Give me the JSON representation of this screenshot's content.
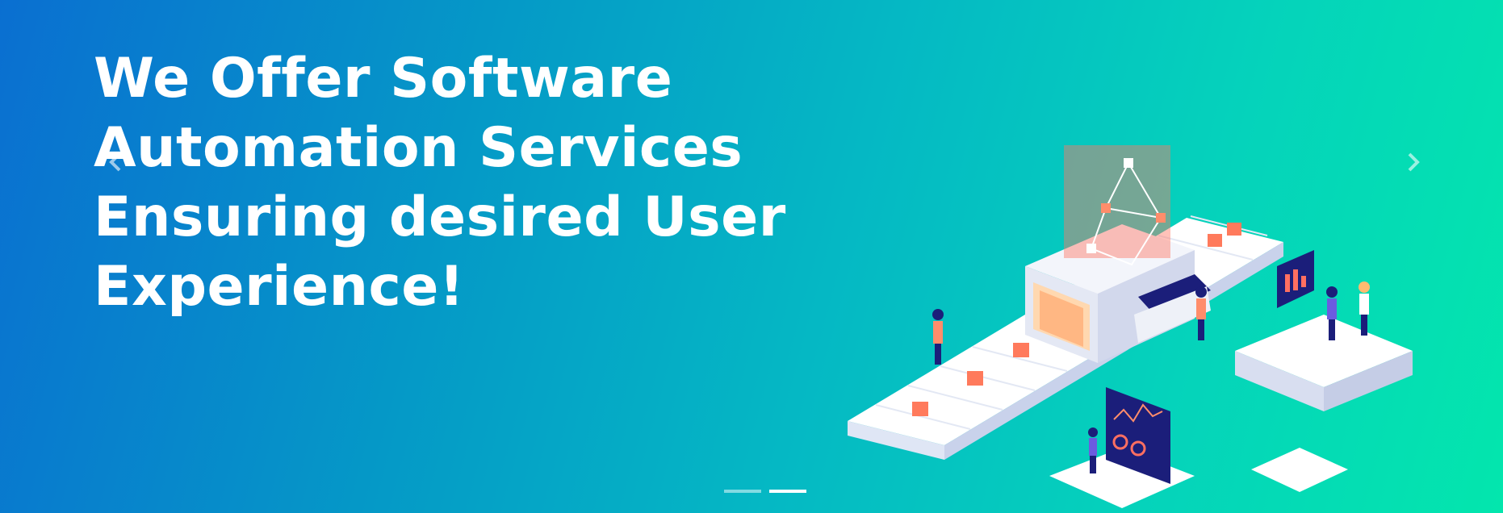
{
  "hero": {
    "headline_lines": [
      "We Offer Software",
      "Automation Services",
      "Ensuring desired User",
      "Experience!"
    ]
  },
  "carousel": {
    "prev_icon": "chevron-left-icon",
    "next_icon": "chevron-right-icon",
    "indicator_count": 2,
    "active_index": 1
  },
  "illustration": {
    "icon": "software-automation-conveyor-illustration"
  },
  "colors": {
    "gradient_start": "#0a6fd1",
    "gradient_mid": "#05b8c4",
    "gradient_end": "#03e6ad",
    "text": "#ffffff",
    "accent_box": "#ff6f61"
  }
}
